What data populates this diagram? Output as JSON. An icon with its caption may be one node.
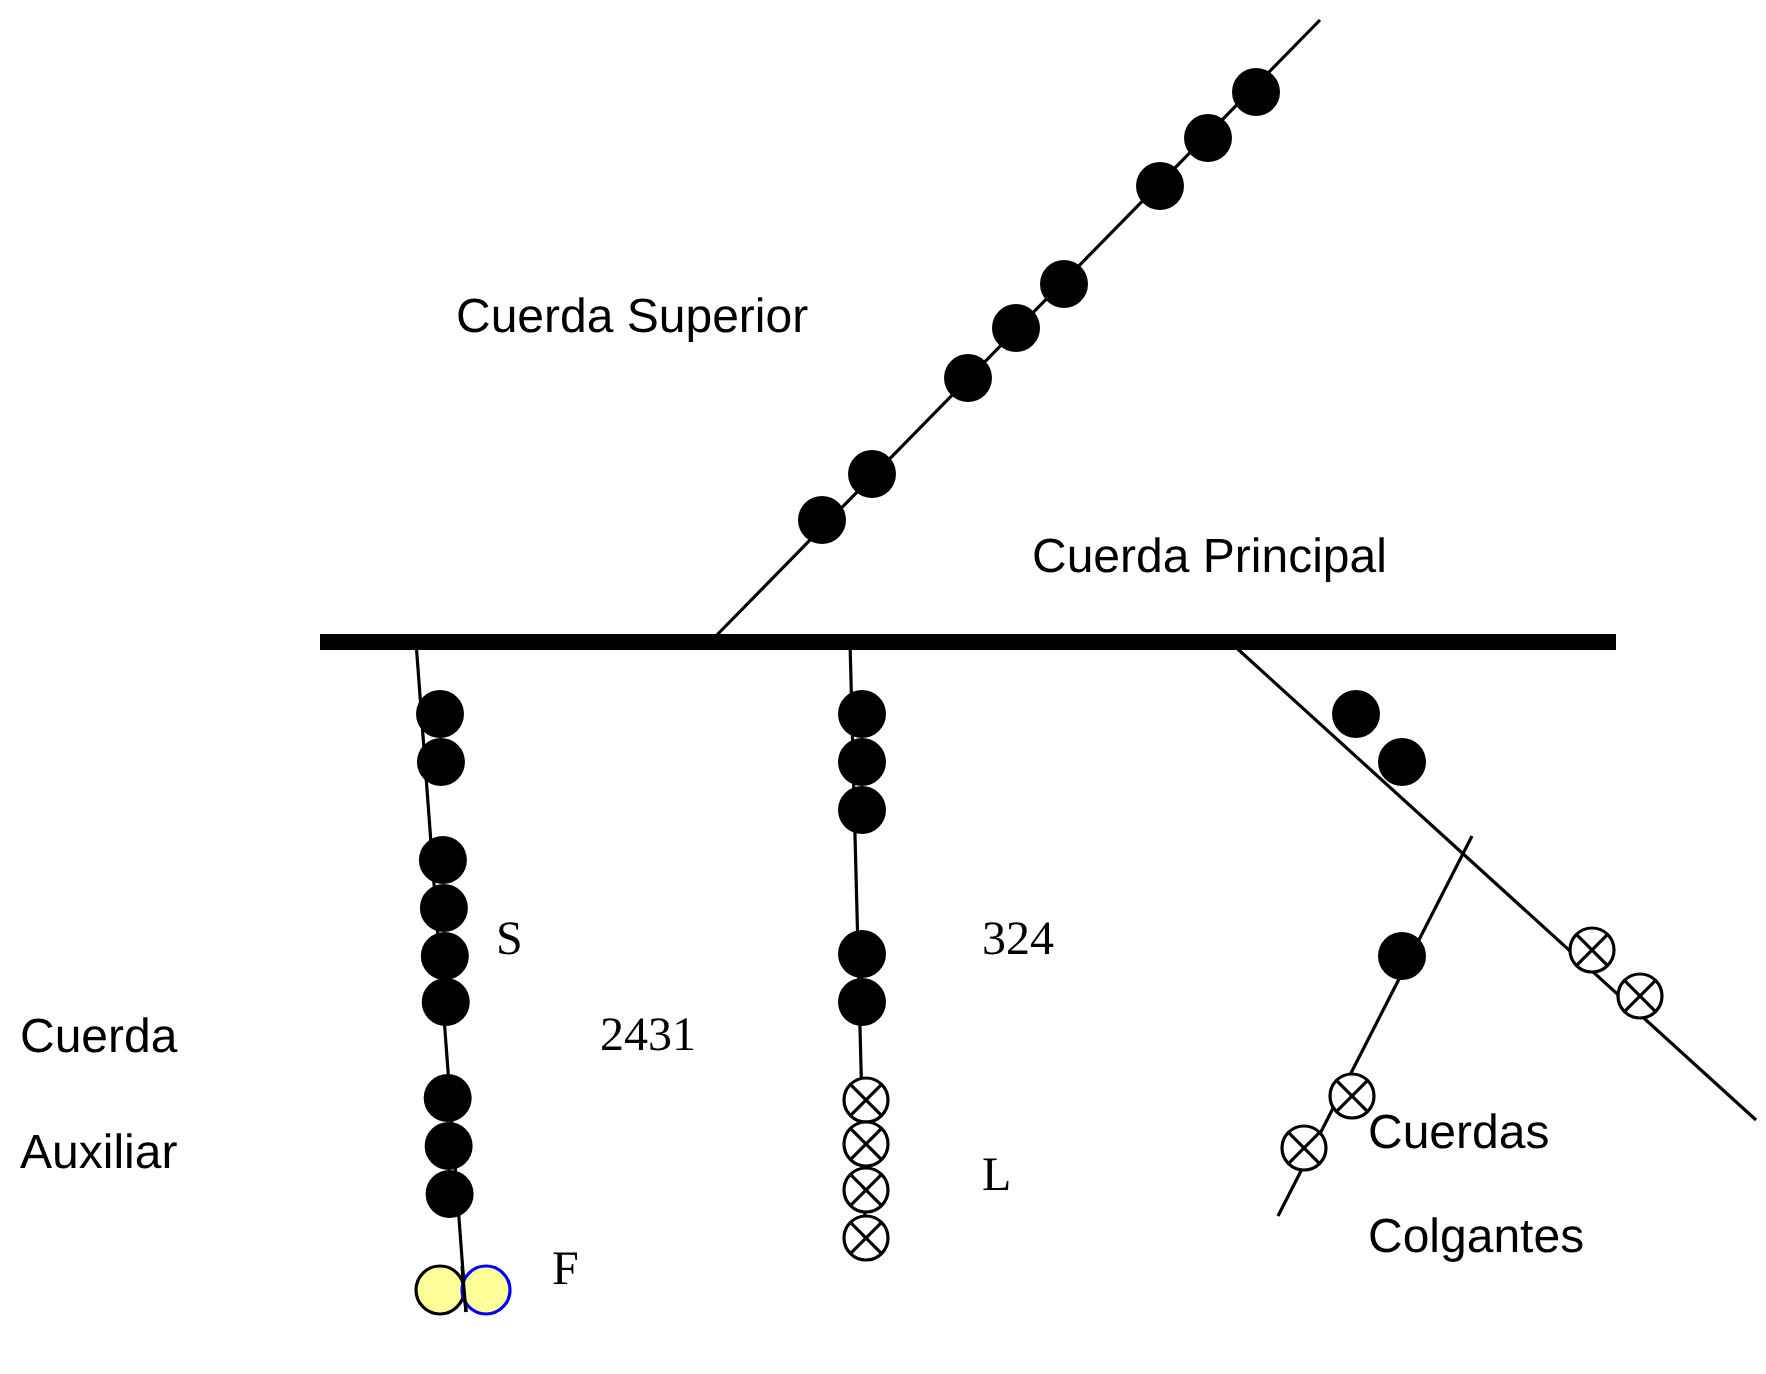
{
  "diagram": {
    "labels": [
      "Cuerda Superior",
      "Cuerda Principal",
      "S",
      "2431",
      "324",
      "Cuerda Auxiliar",
      "L",
      "F",
      "Cuerdas Colgantes"
    ]
  }
}
